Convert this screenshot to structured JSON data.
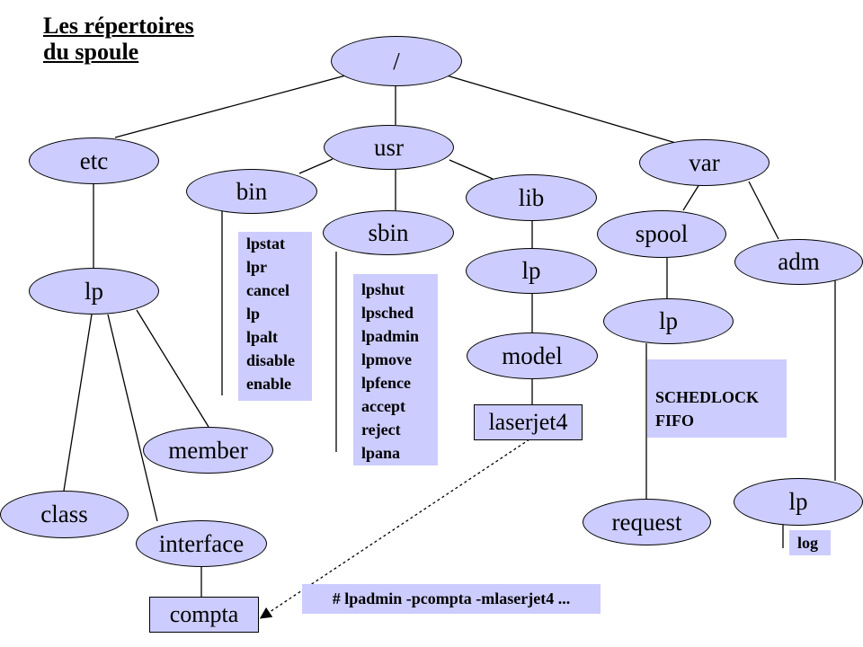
{
  "title": {
    "line1": "Les répertoires",
    "line2": "du spoule"
  },
  "nodes": {
    "root": "/",
    "etc": "etc",
    "usr": "usr",
    "var": "var",
    "bin": "bin",
    "sbin": "sbin",
    "lib": "lib",
    "etc_lp": "lp",
    "lib_lp": "lp",
    "spool": "spool",
    "adm": "adm",
    "spool_lp": "lp",
    "model": "model",
    "laserjet4": "laserjet4",
    "member": "member",
    "class": "class",
    "interface": "interface",
    "compta": "compta",
    "request": "request",
    "adm_lp": "lp"
  },
  "bin_files": [
    "lpstat",
    "lpr",
    "cancel",
    "lp",
    "lpalt",
    "disable",
    "enable"
  ],
  "sbin_files": [
    "lpshut",
    "lpsched",
    "lpadmin",
    "lpmove",
    "lpfence",
    "accept",
    "reject",
    "lpana"
  ],
  "spool_lp_files": [
    "SCHEDLOCK",
    "FIFO"
  ],
  "adm_lp_files": [
    "log"
  ],
  "command": "# lpadmin -pcompta -mlaserjet4 ...",
  "colors": {
    "node_fill": "#ccccff",
    "stroke": "#000000",
    "background": "#ffffff"
  }
}
